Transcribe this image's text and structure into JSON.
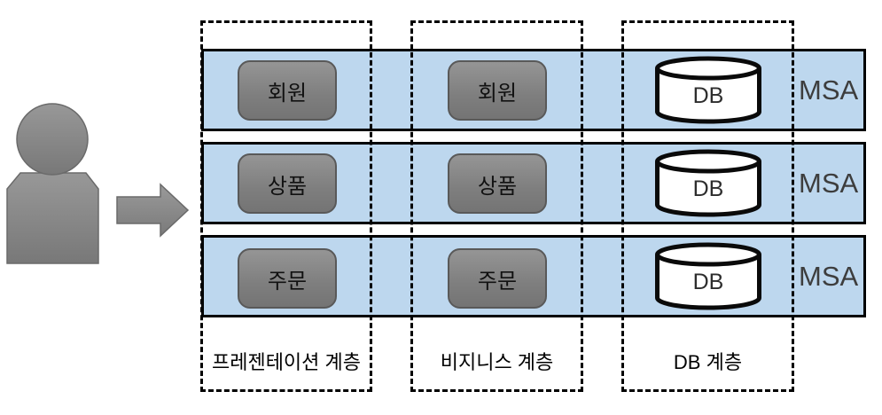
{
  "diagram": {
    "title": "MSA layered architecture diagram",
    "actor": {
      "type": "person-silhouette"
    },
    "arrow": {
      "direction": "right"
    },
    "columns": [
      {
        "id": "presentation",
        "label": "프레젠테이션 계층"
      },
      {
        "id": "business",
        "label": "비지니스 계층"
      },
      {
        "id": "db",
        "label": "DB 계층"
      }
    ],
    "rows": [
      {
        "msa_label": "MSA",
        "presentation_service": "회원",
        "business_service": "회원",
        "db_label": "DB"
      },
      {
        "msa_label": "MSA",
        "presentation_service": "상품",
        "business_service": "상품",
        "db_label": "DB"
      },
      {
        "msa_label": "MSA",
        "presentation_service": "주문",
        "business_service": "주문",
        "db_label": "DB"
      }
    ],
    "colors": {
      "band_fill": "#bdd7ee",
      "band_border": "#000000",
      "service_box_fill_top": "#959595",
      "service_box_fill_bottom": "#747474",
      "service_box_border": "#595959",
      "service_box_text": "#111111",
      "cylinder_fill": "#ffffff",
      "cylinder_border": "#0a0a0a",
      "msa_text": "#3d3d3d",
      "layer_label_text": "#000000",
      "dashed_border": "#000000",
      "person_fill_top": "#989898",
      "person_fill_bottom": "#787878",
      "person_border": "#6a6a6a",
      "background": "#ffffff"
    }
  }
}
